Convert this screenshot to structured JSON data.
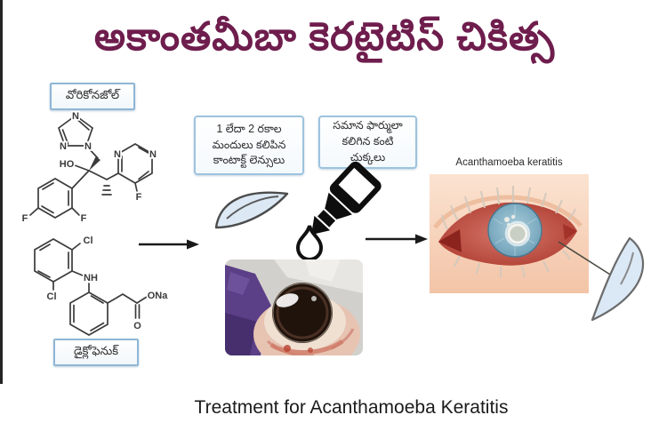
{
  "page": {
    "title": "అకాంతమీబా కెరటైటిస్ చికిత్స",
    "caption": "Treatment for Acanthamoeba Keratitis"
  },
  "drugs": {
    "voriconazole": {
      "label": "వోరికోనజోల్",
      "atoms": {
        "n_top": "N",
        "n_left": "N",
        "n_right": "N",
        "ho": "HO",
        "f_left": "F",
        "f_right": "F",
        "n_pym_left": "N",
        "n_pym_right": "N",
        "f_pym": "F"
      }
    },
    "diclofenac": {
      "label": "డైక్లోఫెనుక్",
      "atoms": {
        "cl_top": "Cl",
        "cl_bottom": "Cl",
        "nh": "NH",
        "ona": "ONa",
        "o": "O"
      }
    }
  },
  "notes": {
    "contact_lens": {
      "line1": "1 లేదా 2 రకాల",
      "line2": "మందులు కలిపిన",
      "line3": "కాంటాక్ట్ లెన్సులు"
    },
    "eye_drops": {
      "line1": "సమాన ఫార్ములా",
      "line2": "కలిగిన కంటి",
      "line3": "చుక్కలు"
    }
  },
  "illustration": {
    "label": "Acanthamoeba keratitis"
  },
  "colors": {
    "title_maroon": "#6e1d4d",
    "note_border": "#9dc3de",
    "lens_fill": "#dce9f5",
    "sclera_red": "#b23c34",
    "iris_blue": "#7fb0c7",
    "skin_peach": "#f6cbb0",
    "glove_purple": "#5a3e86"
  }
}
